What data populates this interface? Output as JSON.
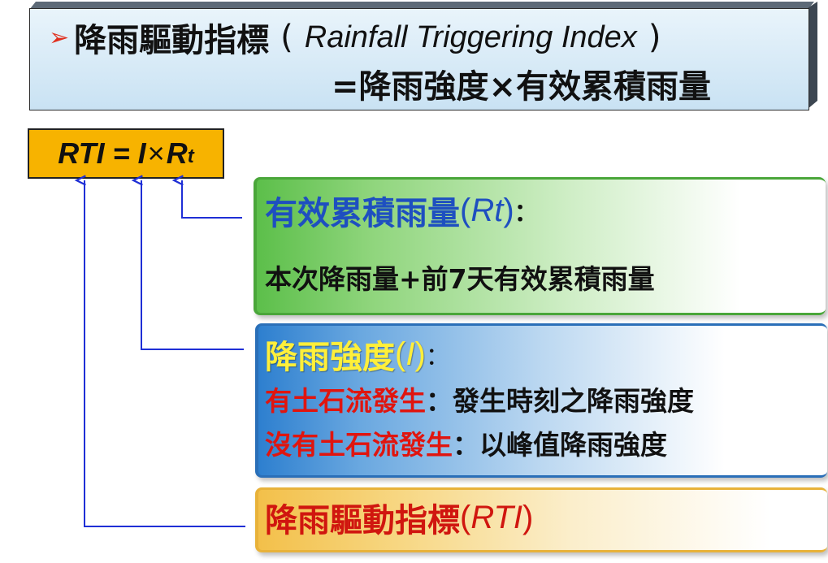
{
  "title": {
    "marker": "➢",
    "zh": "降雨驅動指標",
    "paren_open": "(",
    "en": "Rainfall Triggering Index",
    "paren_close": ")",
    "line2": "=降雨強度×有效累積雨量"
  },
  "formula": {
    "lhs": "RTI = I",
    "times": "×",
    "r": "R",
    "sub": "t"
  },
  "rt_panel": {
    "title_zh": "有效累積雨量",
    "var_open": "(",
    "var": "Rt",
    "var_close": ")",
    "colon": "：",
    "body": "本次降雨量+前7天有效累積雨量"
  },
  "i_panel": {
    "title_zh": "降雨強度",
    "var_open": "(",
    "var": "I",
    "var_close": ")",
    "colon": "：",
    "row1_label": "有土石流發生",
    "row1_sep": "：",
    "row1_value": "發生時刻之降雨強度",
    "row2_label": "沒有土石流發生",
    "row2_sep": "：",
    "row2_value": "以峰值降雨強度"
  },
  "rti_panel": {
    "title_zh": "降雨驅動指標",
    "var_open": "(",
    "var": "RTI",
    "var_close": ")"
  },
  "colors": {
    "formula_bg": "#f7b300",
    "connector": "#1f2fd6",
    "green_title": "#1e4fc0",
    "yellow_text": "#ffef3a",
    "red_text": "#e0150f"
  }
}
